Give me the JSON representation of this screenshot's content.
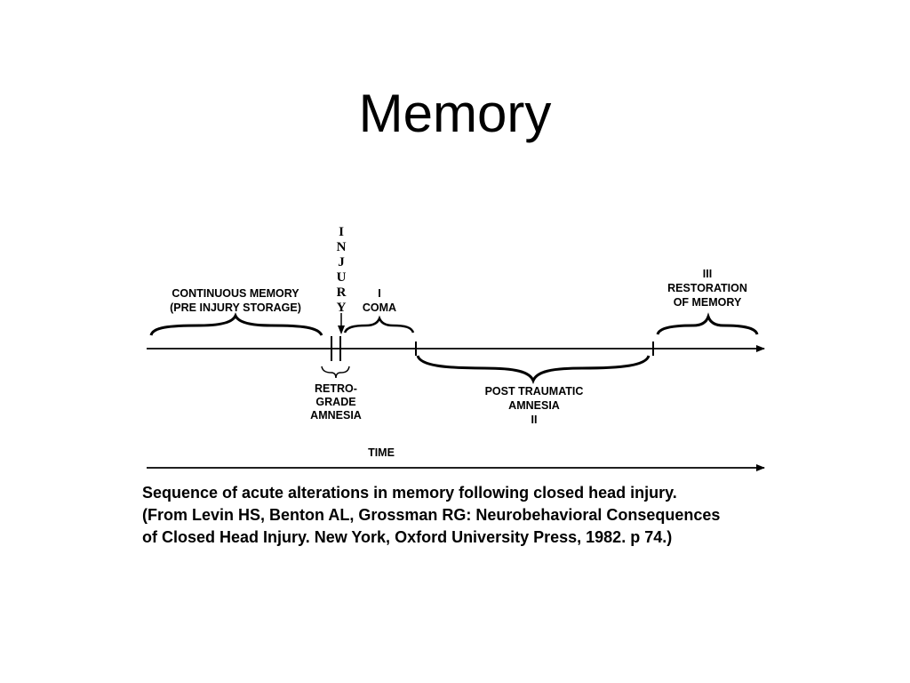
{
  "slide": {
    "title": "Memory",
    "caption": [
      "Sequence of acute alterations in memory following closed head injury.",
      "(From Levin HS, Benton AL, Grossman RG: Neurobehavioral Consequences",
      "of Closed Head Injury. New York, Oxford University Press, 1982. p 74.)"
    ]
  },
  "diagram": {
    "injury_letters": [
      "I",
      "N",
      "J",
      "U",
      "R",
      "Y"
    ],
    "labels": {
      "continuous_memory": [
        "CONTINUOUS MEMORY",
        "(PRE INJURY STORAGE)"
      ],
      "coma": [
        "I",
        "COMA"
      ],
      "restoration": [
        "III",
        "RESTORATION",
        "OF MEMORY"
      ],
      "retrograde": [
        "RETRO-",
        "GRADE",
        "AMNESIA"
      ],
      "post_traumatic": [
        "POST TRAUMATIC",
        "AMNESIA",
        "II"
      ],
      "time": "TIME"
    }
  }
}
